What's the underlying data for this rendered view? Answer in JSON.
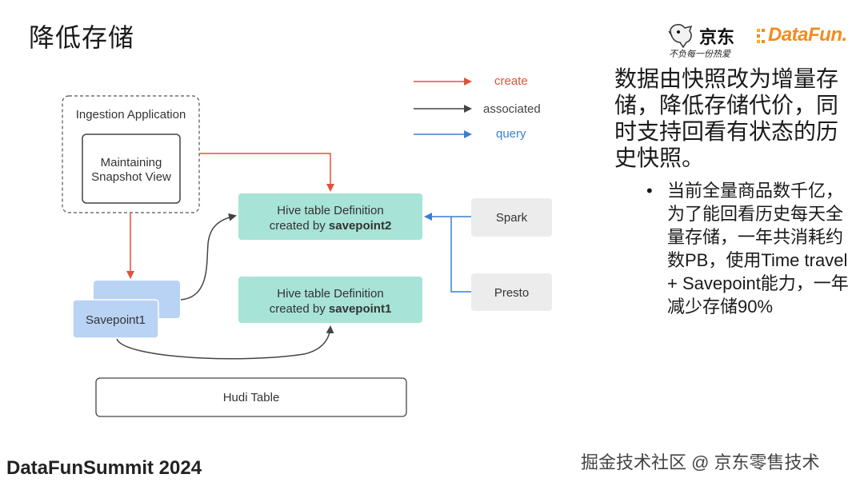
{
  "slide": {
    "title": "降低存储"
  },
  "logos": {
    "jd": {
      "name": "京东",
      "slogan": "不负每一份热爱",
      "icon": "jd-dog-mascot-icon"
    },
    "datafun": {
      "name": "DataFun.",
      "icon": "datafun-d-mark-icon",
      "color": "#f28c1e"
    }
  },
  "legend": [
    {
      "label": "create",
      "color": "#e0533b"
    },
    {
      "label": "associated",
      "color": "#444444"
    },
    {
      "label": "query",
      "color": "#3a7fd0"
    }
  ],
  "diagram": {
    "ingestion_application": "Ingestion Application",
    "snapshot_view": [
      "Maintaining",
      "Snapshot View"
    ],
    "hive_def_2": {
      "line1": "Hive table Definition",
      "prefix": "created by ",
      "savepoint": "savepoint2"
    },
    "hive_def_1": {
      "line1": "Hive table Definition",
      "prefix": "created by ",
      "savepoint": "savepoint1"
    },
    "savepoint": "Savepoint1",
    "spark": "Spark",
    "presto": "Presto",
    "hudi_table": "Hudi Table",
    "colors": {
      "teal_box": "#a7e3d6",
      "blue_box": "#b9d3f5",
      "gray_box": "#ececec"
    }
  },
  "summary": {
    "text": "数据由快照改为增量存储，降低存储代价，同时支持回看有状态的历史快照。",
    "bullet": "当前全量商品数千亿，为了能回看历史每天全量存储，一年共消耗约数PB，使用Time travel + Savepoint能力，一年减少存储90%"
  },
  "footer": {
    "left": "DataFunSummit 2024",
    "right": "掘金技术社区 @ 京东零售技术"
  }
}
